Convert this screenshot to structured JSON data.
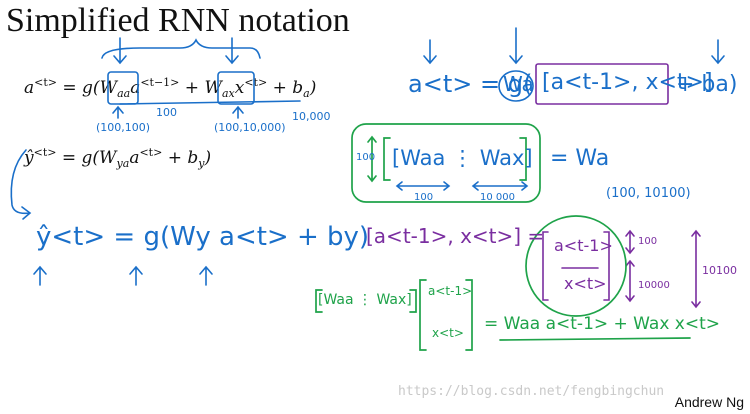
{
  "slide": {
    "title": "Simplified RNN notation",
    "author": "Andrew Ng",
    "watermark": "https://blog.csdn.net/fengbingchun"
  },
  "equations": {
    "eq1": {
      "lhs_base": "a",
      "lhs_sup": "<t>",
      "rhs_prefix": " = g(",
      "w1_base": "W",
      "w1_sub": "aa",
      "a_prev_base": "a",
      "a_prev_sup": "<t−1>",
      "plus1": " + ",
      "w2_base": "W",
      "w2_sub": "ax",
      "x_base": "x",
      "x_sup": "<t>",
      "plus2": " + ",
      "b_base": "b",
      "b_sub": "a",
      "close": ")"
    },
    "eq2": {
      "lhs_base": "ŷ",
      "lhs_sup": "<t>",
      "rhs_prefix": " = g(",
      "w_base": "W",
      "w_sub": "ya",
      "a_base": "a",
      "a_sup": "<t>",
      "plus": " + ",
      "b_base": "b",
      "b_sub": "y",
      "close": ")"
    }
  },
  "annotations": {
    "dim_100": "100",
    "dim_waa": "(100,100)",
    "dim_wax": "(100,10,000)",
    "dim_10000": "10,000",
    "rewritten_y": "ŷ<t> = g(Wy a<t> + by)",
    "rewritten_a_left": "a<t> = g(",
    "rewritten_wa": "Wa",
    "rewritten_concat": "[a<t-1>, x<t>]",
    "rewritten_ba": "+ ba)",
    "stack_100": "100",
    "stack_waa_wax": "[Waa ⋮ Wax]",
    "stack_eq_wa": "= Wa",
    "width_100": "100",
    "width_10000": "10 000",
    "wa_dims": "(100, 10100)",
    "concat_def": "[a<t-1>, x<t>] =",
    "vec_a": "a<t-1>",
    "vec_x": "x<t>",
    "vec_100": "100",
    "vec_10000": "10000",
    "vec_10100": "10100",
    "product_mat": "[Waa ⋮ Wax]",
    "product_vec_a": "a<t-1>",
    "product_vec_x": "x<t>",
    "product_result": "= Waa a<t-1> + Wax x<t>"
  },
  "colors": {
    "blue_ink": "#1a6fc9",
    "purple_ink": "#7a2ea0",
    "green_ink": "#1fa34a"
  }
}
